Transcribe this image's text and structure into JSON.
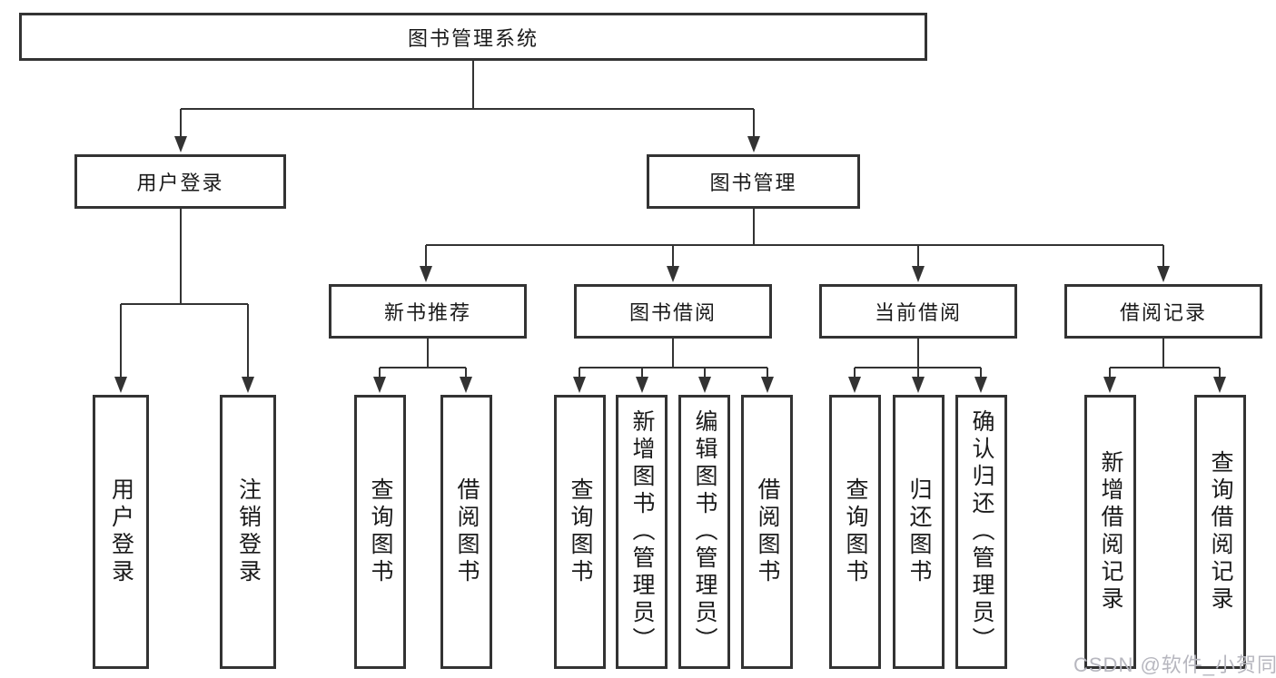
{
  "diagram": {
    "root": {
      "label": "图书管理系统"
    },
    "level2": [
      {
        "label": "用户登录"
      },
      {
        "label": "图书管理"
      }
    ],
    "level3": [
      {
        "label": "新书推荐"
      },
      {
        "label": "图书借阅"
      },
      {
        "label": "当前借阅"
      },
      {
        "label": "借阅记录"
      }
    ],
    "leaves": {
      "login": [
        "用户登录",
        "注销登录"
      ],
      "newbook": [
        "查询图书",
        "借阅图书"
      ],
      "borrow": [
        "查询图书",
        "新增图书（管理员）",
        "编辑图书（管理员）",
        "借阅图书"
      ],
      "current": [
        "查询图书",
        "归还图书",
        "确认归还（管理员）"
      ],
      "records": [
        "新增借阅记录",
        "查询借阅记录"
      ]
    }
  },
  "watermark": "CSDN @软件_小贺同学",
  "colors": {
    "line": "#333333",
    "text": "#1a1a1a",
    "background": "#ffffff",
    "watermark": "#b7b7bf"
  }
}
